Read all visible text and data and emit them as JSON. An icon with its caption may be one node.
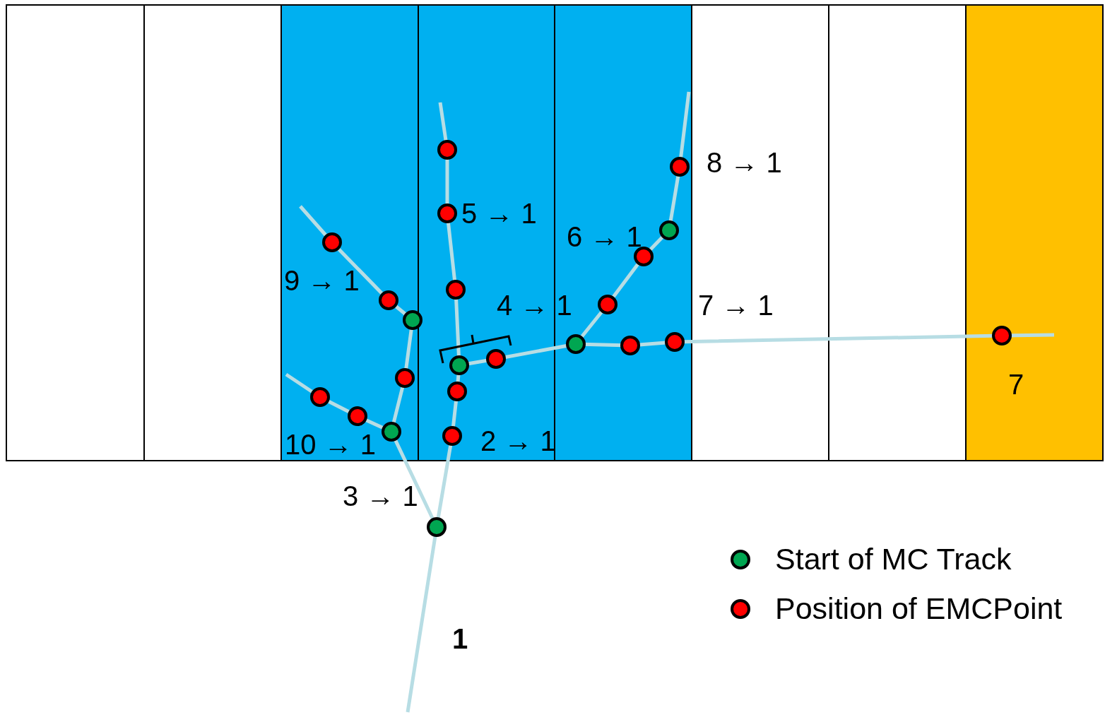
{
  "diagram": {
    "labels": [
      "8 → 1",
      "5 → 1",
      "6 → 1",
      "9 → 1",
      "4 → 1",
      "7 → 1",
      "7",
      "2 → 1",
      "10 → 1",
      "3 → 1",
      "1"
    ],
    "legend": [
      {
        "text": "Start of MC Track",
        "color": "#00a651"
      },
      {
        "text": "Position of EMCPoint",
        "color": "#ff0000"
      }
    ]
  }
}
